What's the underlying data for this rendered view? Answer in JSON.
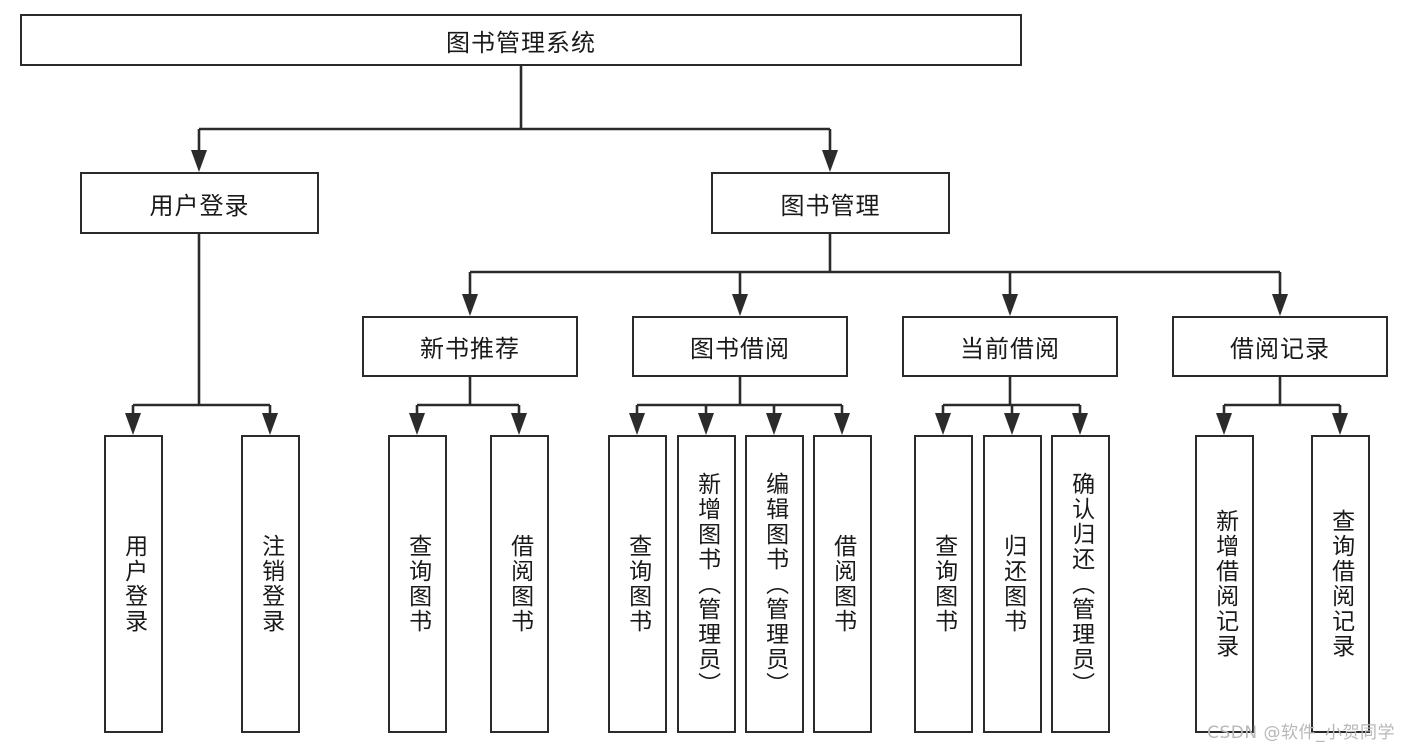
{
  "diagram": {
    "title": "图书管理系统",
    "type": "hierarchy-tree",
    "watermark": "CSDN @软件_小贺同学",
    "colors": {
      "stroke": "#2b2b2b",
      "fill": "#ffffff",
      "text": "#1a1a1a",
      "watermark": "#b8b8b8"
    },
    "nodes": {
      "root": {
        "label": "图书管理系统"
      },
      "level2": [
        {
          "id": "user-login",
          "label": "用户登录"
        },
        {
          "id": "book-manage",
          "label": "图书管理"
        }
      ],
      "level3": [
        {
          "id": "new-book-rec",
          "label": "新书推荐"
        },
        {
          "id": "book-borrow",
          "label": "图书借阅"
        },
        {
          "id": "current-borrow",
          "label": "当前借阅"
        },
        {
          "id": "borrow-record",
          "label": "借阅记录"
        }
      ],
      "leaves": [
        {
          "id": "leaf-user-login",
          "label": "用户登录",
          "parent": "user-login"
        },
        {
          "id": "leaf-user-logout",
          "label": "注销登录",
          "parent": "user-login"
        },
        {
          "id": "leaf-query-book-1",
          "label": "查询图书",
          "parent": "new-book-rec"
        },
        {
          "id": "leaf-borrow-book-1",
          "label": "借阅图书",
          "parent": "new-book-rec"
        },
        {
          "id": "leaf-query-book-2",
          "label": "查询图书",
          "parent": "book-borrow"
        },
        {
          "id": "leaf-add-book",
          "label": "新增图书（管理员）",
          "parent": "book-borrow"
        },
        {
          "id": "leaf-edit-book",
          "label": "编辑图书（管理员）",
          "parent": "book-borrow"
        },
        {
          "id": "leaf-borrow-book-2",
          "label": "借阅图书",
          "parent": "book-borrow"
        },
        {
          "id": "leaf-query-book-3",
          "label": "查询图书",
          "parent": "current-borrow"
        },
        {
          "id": "leaf-return-book",
          "label": "归还图书",
          "parent": "current-borrow"
        },
        {
          "id": "leaf-confirm-return",
          "label": "确认归还（管理员）",
          "parent": "current-borrow"
        },
        {
          "id": "leaf-add-record",
          "label": "新增借阅记录",
          "parent": "borrow-record"
        },
        {
          "id": "leaf-query-record",
          "label": "查询借阅记录",
          "parent": "borrow-record"
        }
      ]
    }
  }
}
